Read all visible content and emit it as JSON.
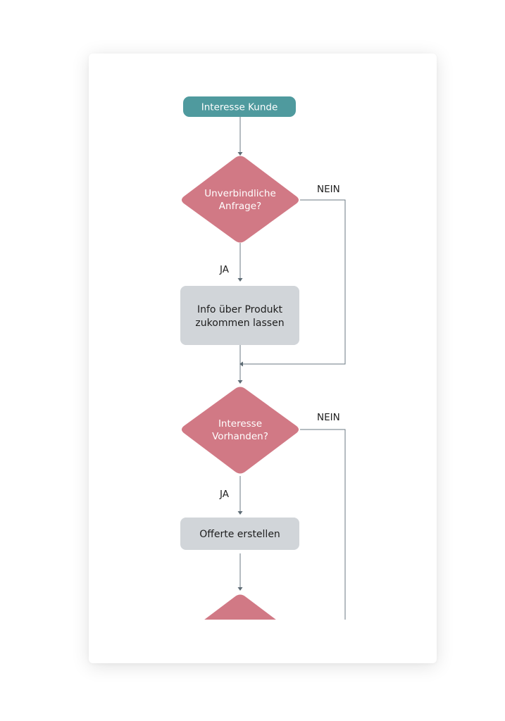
{
  "diagram": {
    "start_node": {
      "label": "Interesse Kunde"
    },
    "decision_1": {
      "line1": "Unverbindliche",
      "line2": "Anfrage?",
      "yes_label": "JA",
      "no_label": "NEIN"
    },
    "process_1": {
      "line1": "Info über Produkt",
      "line2": "zukommen lassen"
    },
    "decision_2": {
      "line1": "Interesse",
      "line2": "Vorhanden?",
      "yes_label": "JA",
      "no_label": "NEIN"
    },
    "process_2": {
      "label": "Offerte erstellen"
    }
  },
  "colors": {
    "start": "#4f9a9e",
    "decision": "#d17985",
    "process": "#d1d5d9",
    "connector": "#6b7a83"
  }
}
